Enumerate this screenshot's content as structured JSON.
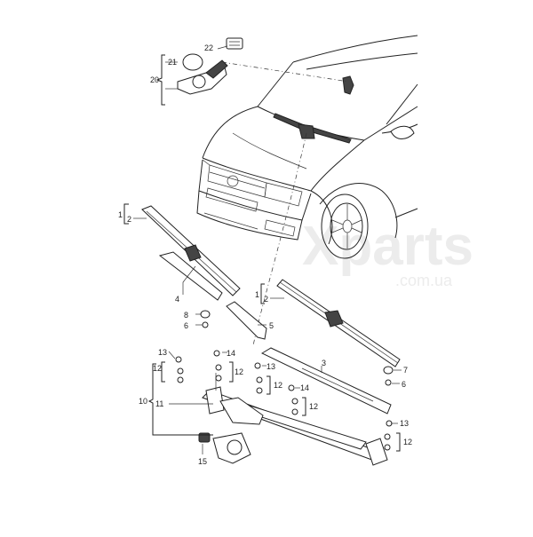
{
  "watermark": {
    "brand": "Xparts",
    "domain": ".com.ua"
  },
  "callouts": {
    "c1a": "1",
    "c2a": "2",
    "c4": "4",
    "c8": "8",
    "c6a": "6",
    "c5": "5",
    "c1b": "1",
    "c2b": "2",
    "c3": "3",
    "c7": "7",
    "c6b": "6",
    "c13a": "13",
    "c12a": "12",
    "c14a": "14",
    "c12b": "12",
    "c13b": "13",
    "c12c": "12",
    "c14b": "14",
    "c10": "10",
    "c11": "11",
    "c12d": "12",
    "c13c": "13",
    "c12e": "12",
    "c15": "15",
    "c20": "20",
    "c21": "21",
    "c22": "22"
  }
}
